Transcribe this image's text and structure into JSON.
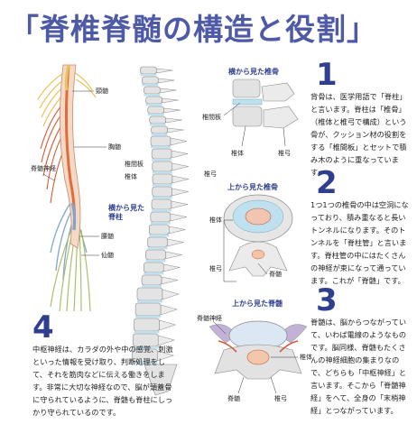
{
  "title": "「脊椎脊髄の構造と役割」",
  "labels": {
    "cervical": "頸髄",
    "thoracic": "胸髄",
    "spinal_nerve": "脊髄神経",
    "lumbar": "腰髄",
    "sacral": "仙髄",
    "side_view": "横から見た\n脊柱",
    "disc_1": "椎間板",
    "vert_body_1": "椎体",
    "arch_1": "椎弓",
    "disc_2": "椎間板",
    "arch_2": "椎弓",
    "vert_body_2": "椎体",
    "arch_3": "椎弓",
    "cord_2": "脊髄",
    "nerve_root": "脊髄神経",
    "vert_body_3": "椎体",
    "arch_4": "椎弓"
  },
  "panels": {
    "side_vertebra_head": "横から見た椎骨",
    "top_vertebra_head": "上から見た椎骨",
    "top_cord_head": "上から見た脊髄"
  },
  "sections": [
    {
      "num": "1",
      "text": "背骨は、医学用語で「脊柱」と言います。脊柱は「椎骨」（椎体と椎弓で構成）という骨が、クッション材の役割をする「椎間板」とセットで積み木のように重なっています。"
    },
    {
      "num": "2",
      "text": "1つ1つの椎骨の中は空洞になっており、積み重なると長いトンネルになります。そのトンネルを「脊柱管」と言います。脊柱管の中にはたくさんの神経が束になって通っています。これが「脊髄」です。"
    },
    {
      "num": "3",
      "text": "脊髄は、脳からつながっていて、いわば電線のようなものです。脳同様、脊髄もたくさんの神経細胞の集まりなので、どちらも「中枢神経」と言います。そこから「脊髄神経」をへて、全身の「末梢神経」とつながっています。"
    },
    {
      "num": "4",
      "text": "中枢神経は、カラダの外や中の感覚、刺激といった情報を受け取り、判断処理をして、それを筋肉などに伝える働きをします。非常に大切な神経なので、脳が頭蓋骨に守られているように、脊髄も脊柱にしっかり守られているのです。"
    }
  ],
  "colors": {
    "title": "#4e5aa6",
    "number": "#2e3f8f",
    "bone": "#e3e3e3",
    "cord": "#e06c3c",
    "nerve_yellow": "#e8c35a",
    "nerve_blue": "#7fa6cf",
    "nerve_green": "#a9c06a",
    "disc": "#bfe0ee"
  }
}
